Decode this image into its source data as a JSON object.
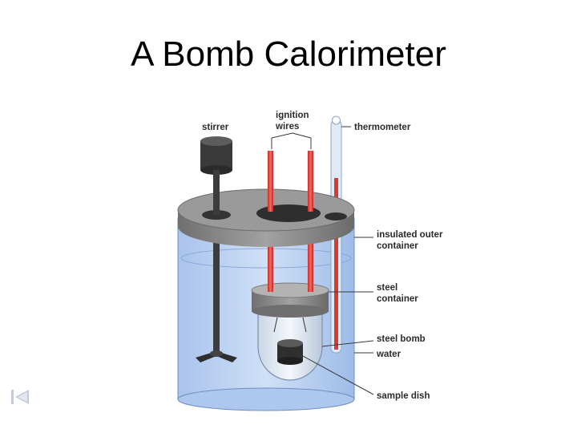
{
  "slide": {
    "title": "A Bomb Calorimeter"
  },
  "labels": {
    "stirrer": "stirrer",
    "ignition_line1": "ignition",
    "ignition_line2": "wires",
    "thermometer": "thermometer",
    "outer_line1": "insulated outer",
    "outer_line2": "container",
    "steel_line1": "steel",
    "steel_line2": "container",
    "bomb": "steel bomb",
    "water": "water",
    "dish": "sample dish"
  },
  "nav": {
    "icon": "skip-back-icon"
  },
  "colors": {
    "water": "#bcd3f2",
    "lid": "#8f8f8f",
    "wire": "#e0403a",
    "label_text": "#2b2b2b"
  }
}
